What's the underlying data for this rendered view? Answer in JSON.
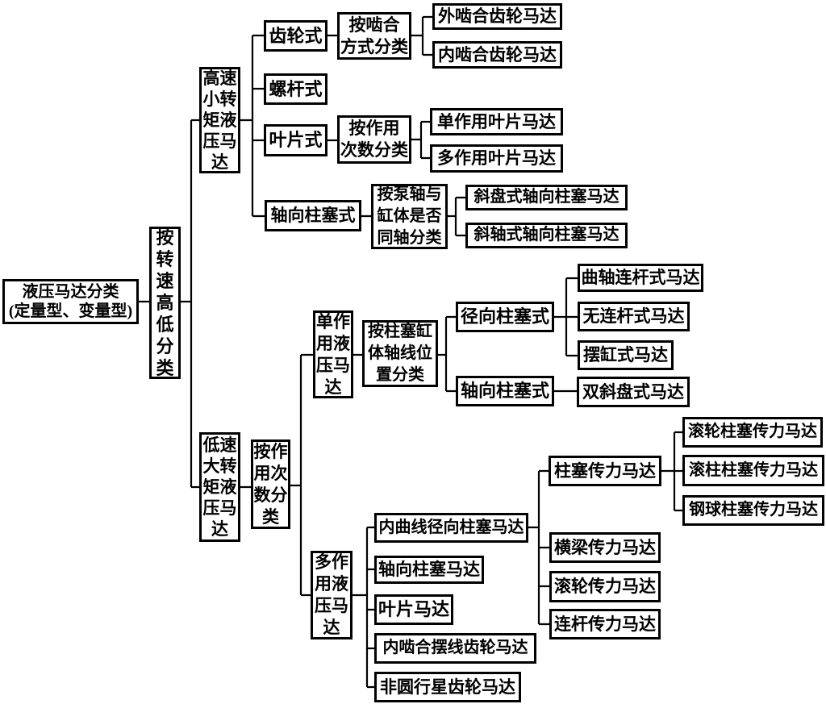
{
  "nodes": {
    "root": {
      "label": [
        "液压马达分类",
        "(定量型、变量型)"
      ]
    },
    "by_speed": {
      "label": [
        "按",
        "转",
        "速",
        "高",
        "低",
        "分",
        "类"
      ]
    },
    "high_speed_small_torque": {
      "label": [
        "高速",
        "小转",
        "矩液",
        "压马",
        "达"
      ]
    },
    "low_speed_large_torque": {
      "label": [
        "低速",
        "大转",
        "矩液",
        "压马",
        "达"
      ]
    },
    "gear_type": {
      "label": "齿轮式"
    },
    "screw_type": {
      "label": "螺杆式"
    },
    "vane_type": {
      "label": "叶片式"
    },
    "axial_piston_type_top": {
      "label": "轴向柱塞式"
    },
    "by_meshing": {
      "label": [
        "按啮合",
        "方式分类"
      ]
    },
    "external_gear_motor": {
      "label": "外啮合齿轮马达"
    },
    "internal_gear_motor": {
      "label": "内啮合齿轮马达"
    },
    "by_action_count_top": {
      "label": [
        "按作用",
        "次数分类"
      ]
    },
    "single_action_vane_motor": {
      "label": "单作用叶片马达"
    },
    "multi_action_vane_motor": {
      "label": "多作用叶片马达"
    },
    "by_coaxiality": {
      "label": [
        "按泵轴与",
        "缸体是否",
        "同轴分类"
      ]
    },
    "swash_plate_axial_piston_motor": {
      "label": "斜盘式轴向柱塞马达"
    },
    "bent_axis_axial_piston_motor": {
      "label": "斜轴式轴向柱塞马达"
    },
    "by_action_count_bottom": {
      "label": [
        "按作",
        "用次",
        "数分",
        "类"
      ]
    },
    "single_action_hydraulic_motor": {
      "label": [
        "单作",
        "用液",
        "压马",
        "达"
      ]
    },
    "multi_action_hydraulic_motor": {
      "label": [
        "多作",
        "用液",
        "压马",
        "达"
      ]
    },
    "by_cylinder_axis_position": {
      "label": [
        "按柱塞缸",
        "体轴线位",
        "置分类"
      ]
    },
    "radial_piston_type": {
      "label": "径向柱塞式"
    },
    "axial_piston_type_bottom": {
      "label": "轴向柱塞式"
    },
    "crankshaft_conrod_motor": {
      "label": "曲轴连杆式马达"
    },
    "rodless_motor": {
      "label": "无连杆式马达"
    },
    "swing_cylinder_motor": {
      "label": "摆缸式马达"
    },
    "double_swash_plate_motor": {
      "label": "双斜盘式马达"
    },
    "inner_curve_radial_piston_motor": {
      "label": "内曲线径向柱塞马达"
    },
    "axial_piston_motor": {
      "label": "轴向柱塞马达"
    },
    "vane_motor": {
      "label": "叶片马达"
    },
    "internal_mesh_cycloid_gear_motor": {
      "label": "内啮合摆线齿轮马达"
    },
    "non_circular_planetary_gear_motor": {
      "label": "非圆行星齿轮马达"
    },
    "piston_force_motor": {
      "label": "柱塞传力马达"
    },
    "beam_force_motor": {
      "label": "横梁传力马达"
    },
    "roller_force_motor": {
      "label": "滚轮传力马达"
    },
    "link_force_motor": {
      "label": "连杆传力马达"
    },
    "roller_piston_force_motor": {
      "label": "滚轮柱塞传力马达"
    },
    "roller_pin_piston_force_motor": {
      "label": "滚柱柱塞传力马达"
    },
    "steel_ball_piston_force_motor": {
      "label": "钢球柱塞传力马达"
    }
  },
  "colors": {
    "line": "#000000",
    "border": "#000000",
    "background": "#ffffff",
    "text": "#000000"
  }
}
